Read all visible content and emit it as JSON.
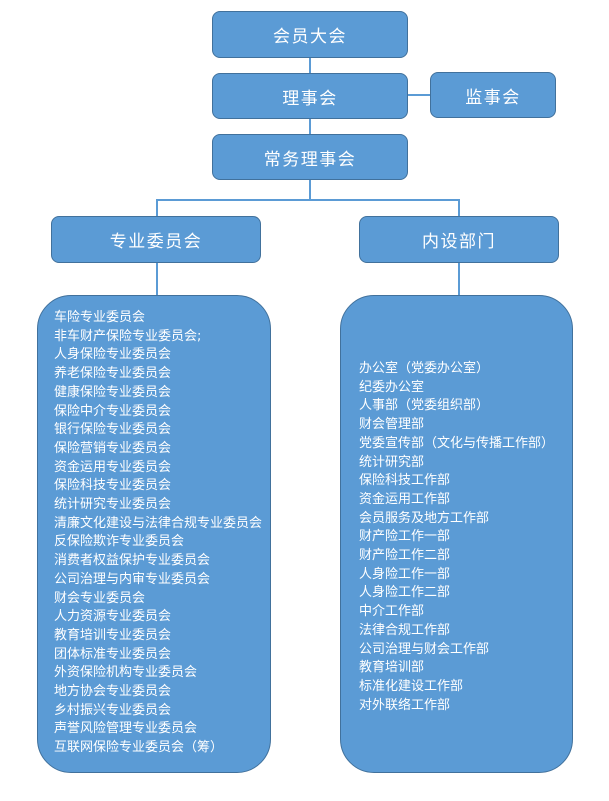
{
  "colors": {
    "box_fill": "#5B9BD5",
    "box_border": "#41719C",
    "connector": "#5B9BD5",
    "text": "#FFFFFF",
    "background": "#FFFFFF"
  },
  "chart": {
    "member_assembly": "会员大会",
    "council": "理事会",
    "supervisory_board": "监事会",
    "standing_council": "常务理事会",
    "committees_header": "专业委员会",
    "departments_header": "内设部门",
    "committees": [
      "车险专业委员会",
      "非车财产保险专业委员会;",
      "人身保险专业委员会",
      "养老保险专业委员会",
      "健康保险专业委员会",
      "保险中介专业委员会",
      "银行保险专业委员会",
      "保险营销专业委员会",
      "资金运用专业委员会",
      "保险科技专业委员会",
      "统计研究专业委员会",
      "清廉文化建设与法律合规专业委员会",
      "反保险欺诈专业委员会",
      "消费者权益保护专业委员会",
      "公司治理与内审专业委员会",
      "财会专业委员会",
      "人力资源专业委员会",
      "教育培训专业委员会",
      "团体标准专业委员会",
      "外资保险机构专业委员会",
      "地方协会专业委员会",
      "乡村振兴专业委员会",
      "声誉风险管理专业委员会",
      "互联网保险专业委员会（筹）"
    ],
    "departments": [
      "办公室（党委办公室）",
      "纪委办公室",
      "人事部（党委组织部）",
      "财会管理部",
      "党委宣传部（文化与传播工作部）",
      "统计研究部",
      "保险科技工作部",
      "资金运用工作部",
      "会员服务及地方工作部",
      "财产险工作一部",
      "财产险工作二部",
      "人身险工作一部",
      "人身险工作二部",
      "中介工作部",
      "法律合规工作部",
      "公司治理与财会工作部",
      "教育培训部",
      "标准化建设工作部",
      "对外联络工作部"
    ]
  }
}
